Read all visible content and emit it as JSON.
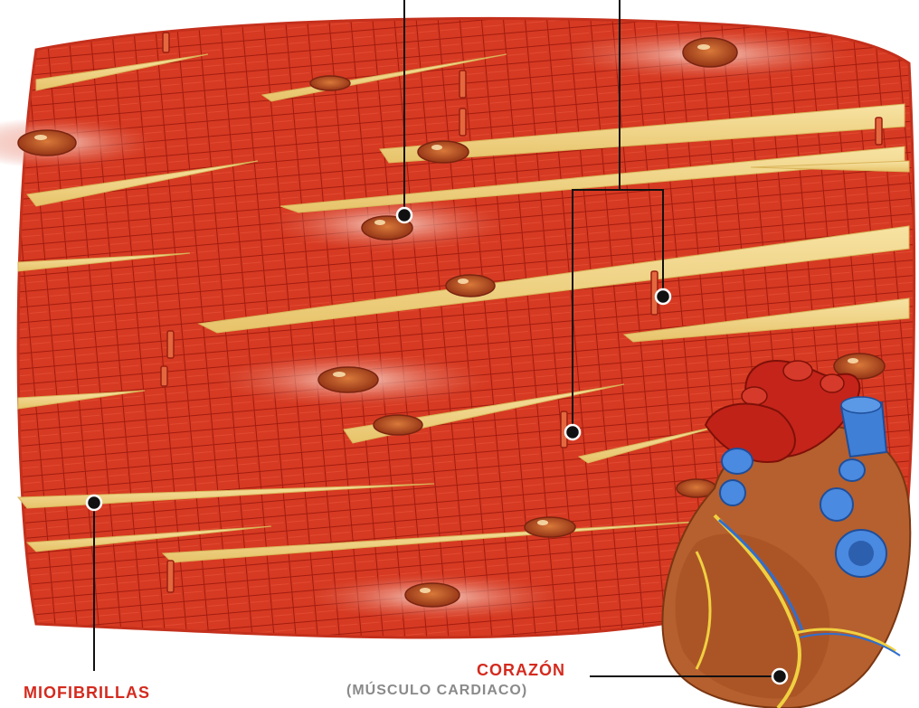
{
  "labels": {
    "myofibrils": "MIOFIBRILLAS",
    "heart": "CORAZÓN",
    "heart_sub": "(MÚSCULO CARDIACO)"
  },
  "colors": {
    "muscle": "#d63a22",
    "muscle_dark": "#a21c10",
    "fiber_yellow": "#f3d684",
    "nucleus": "#b24a1e",
    "label_red": "#d42a1e",
    "label_gray": "#8a8a8a",
    "heart_red": "#c4241a",
    "heart_blue": "#3f7fd6",
    "heart_brown": "#b5602e"
  },
  "icons": {
    "callout_dot": "filled-circle-with-white-ring"
  }
}
